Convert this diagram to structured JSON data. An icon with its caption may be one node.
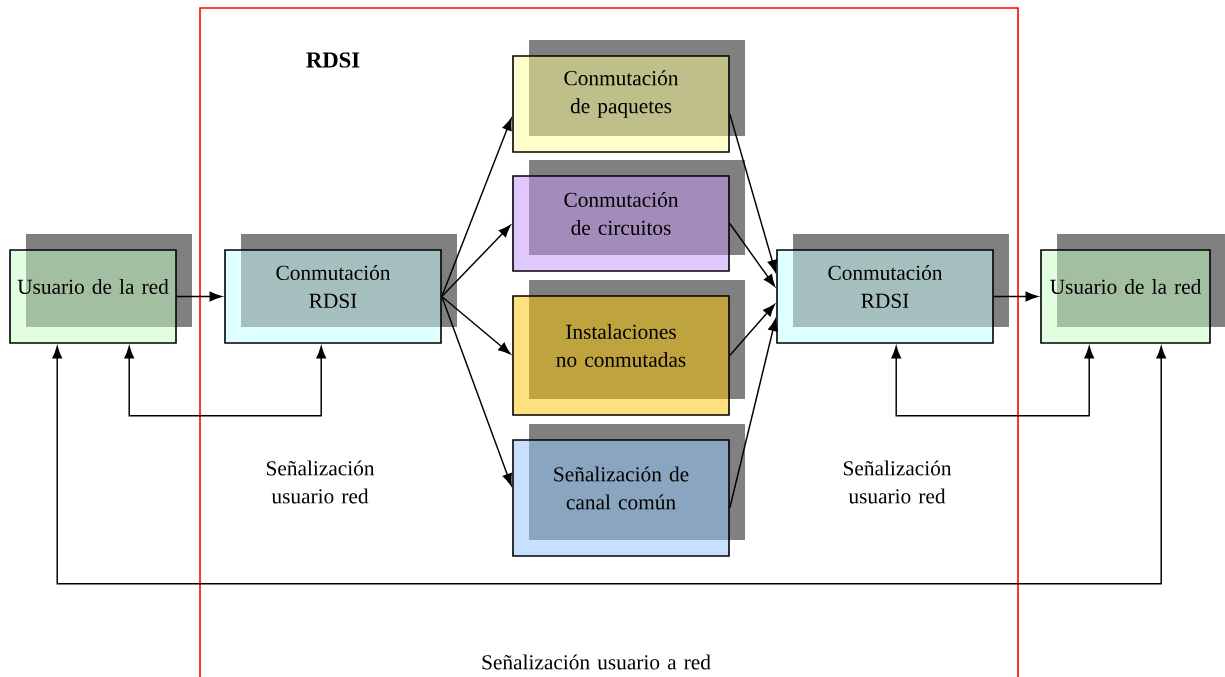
{
  "diagram": {
    "nodes": [
      {
        "text": [
          "RDSI"
        ]
      },
      {
        "text": [
          "Usuario de la red"
        ]
      },
      {
        "text": [
          "Conmutación RDSI"
        ],
        "in": 0
      },
      {
        "text": [
          "Conmutación de paquetes"
        ],
        "in": 0
      },
      {
        "text": [
          "Conmutación de circuitos"
        ],
        "in": 0
      },
      {
        "text": [
          "Instalaciones no conmutadas"
        ],
        "in": 0
      },
      {
        "text": [
          "Señalización de canal común"
        ],
        "in": 0
      },
      {
        "text": [
          "Conmutación RDSI"
        ],
        "in": 0
      },
      {
        "text": [
          "Usuario de la red"
        ]
      }
    ],
    "edges": [
      {
        "from": 1,
        "to": 2,
        "arrow": "to"
      },
      {
        "from": 2,
        "to": 3,
        "arrow": "to"
      },
      {
        "from": 2,
        "to": 4,
        "arrow": "to"
      },
      {
        "from": 2,
        "to": 5,
        "arrow": "to"
      },
      {
        "from": 2,
        "to": 6,
        "arrow": "to"
      },
      {
        "from": 3,
        "to": 7,
        "arrow": "to"
      },
      {
        "from": 4,
        "to": 7,
        "arrow": "to"
      },
      {
        "from": 5,
        "to": 7,
        "arrow": "to"
      },
      {
        "from": 6,
        "to": 7,
        "arrow": "to"
      },
      {
        "from": 7,
        "to": 8,
        "arrow": "to"
      },
      {
        "from": 1,
        "to": 2,
        "arrow": "both"
      },
      {
        "from": 7,
        "to": 8,
        "arrow": "both"
      },
      {
        "from": 1,
        "to": 8,
        "arrow": "both"
      }
    ],
    "labels": [
      "Señalización usuario red",
      "Señalización usuario red",
      "Señalización usuario a red"
    ]
  }
}
